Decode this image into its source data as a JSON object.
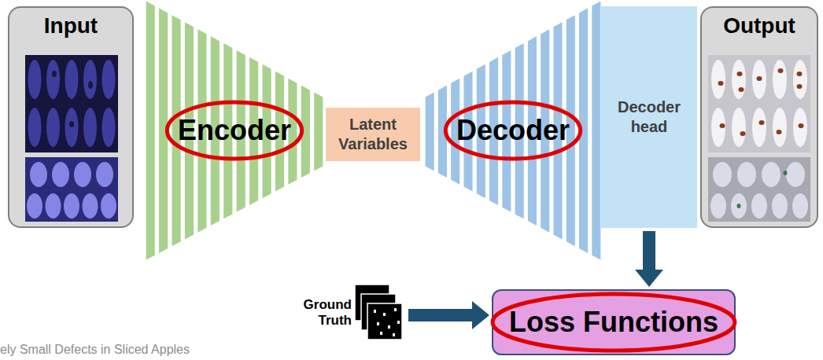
{
  "diagram": {
    "nodes": [
      {
        "text": [
          "Input"
        ]
      },
      {
        "text": [
          "Encoder"
        ]
      },
      {
        "text": [
          "Latent Variables"
        ]
      },
      {
        "text": [
          "Decoder"
        ]
      },
      {
        "text": [
          "Decoder head"
        ]
      },
      {
        "text": [
          "Output"
        ]
      },
      {
        "text": [
          "Ground Truth"
        ]
      },
      {
        "text": [
          "Loss Functions"
        ]
      }
    ],
    "edges": [
      {
        "from": 4,
        "to": 7,
        "arrow": "to"
      },
      {
        "from": 6,
        "to": 7,
        "arrow": "to"
      }
    ],
    "labels": [
      "ely Small Defects in Sliced Apples"
    ]
  }
}
